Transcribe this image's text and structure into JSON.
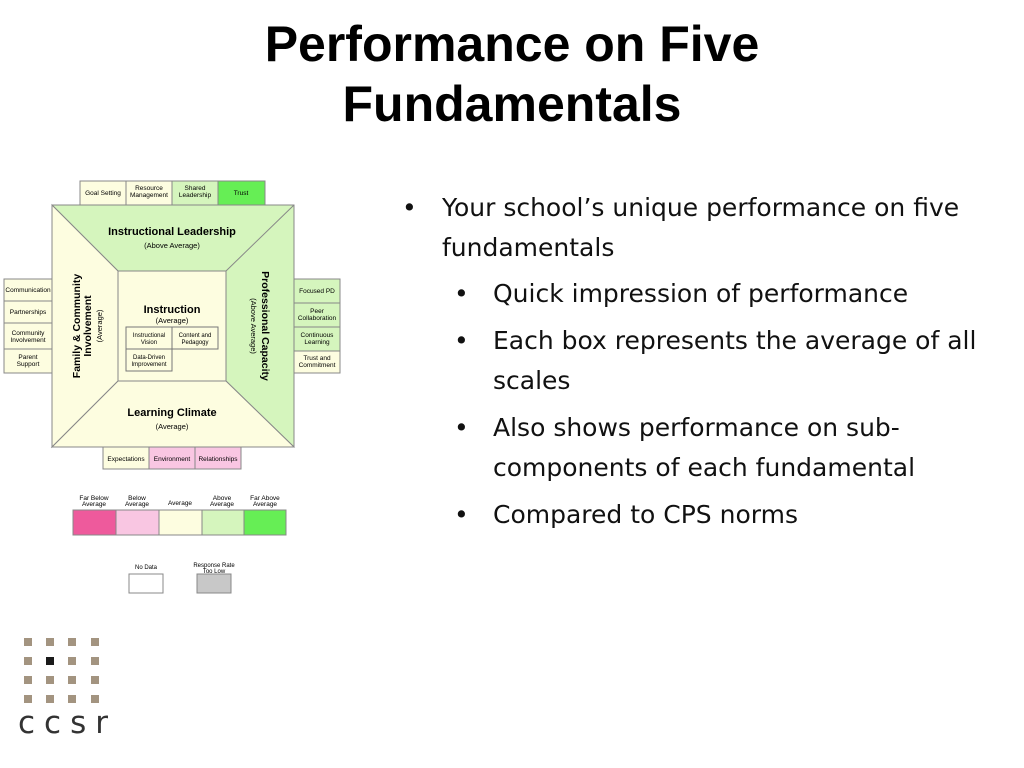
{
  "title_line1": "Performance on Five",
  "title_line2": "Fundamentals",
  "bullets": {
    "main": "Your school’s unique performance on five fundamentals",
    "subs": [
      "Quick impression of performance",
      "Each box represents the average of all scales",
      "Also shows performance on sub-components of each fundamental",
      "Compared to CPS norms"
    ]
  },
  "diagram": {
    "top_boxes": [
      "Goal Setting",
      "Resource Management",
      "Shared Leadership",
      "Trust"
    ],
    "left_boxes": [
      "Communication",
      "Partnerships",
      "Community Involvement",
      "Parent Support"
    ],
    "right_boxes": [
      "Focused PD",
      "Peer Collaboration",
      "Continuous Learning",
      "Trust and Commitment"
    ],
    "bottom_boxes": [
      "Expectations",
      "Environment",
      "Relationships"
    ],
    "instructional_leadership": "Instructional Leadership",
    "instructional_leadership_rating": "(Above Average)",
    "family_community": "Family & Community Involvement",
    "family_community_rating": "(Average)",
    "professional_capacity": "Professional Capacity",
    "professional_capacity_rating": "(Above Average)",
    "learning_climate": "Learning Climate",
    "learning_climate_rating": "(Average)",
    "instruction": "Instruction",
    "instruction_rating": "(Average)",
    "instruction_boxes": [
      "Instructional Vision",
      "Content and Pedagogy",
      "Data-Driven Improvement"
    ]
  },
  "legend": {
    "levels": [
      "Far Below Average",
      "Below Average",
      "Average",
      "Above Average",
      "Far Above Average"
    ],
    "no_data": "No Data",
    "response_rate": "Response Rate Too Low"
  },
  "colors": {
    "far_below": "#ee5a9c",
    "below": "#f9c6e2",
    "average": "#fdfde0",
    "above": "#d5f5bd",
    "far_above": "#66ee55",
    "no_data": "#ffffff",
    "too_low": "#c8c8c8"
  },
  "logo": {
    "text": "ccsr"
  }
}
